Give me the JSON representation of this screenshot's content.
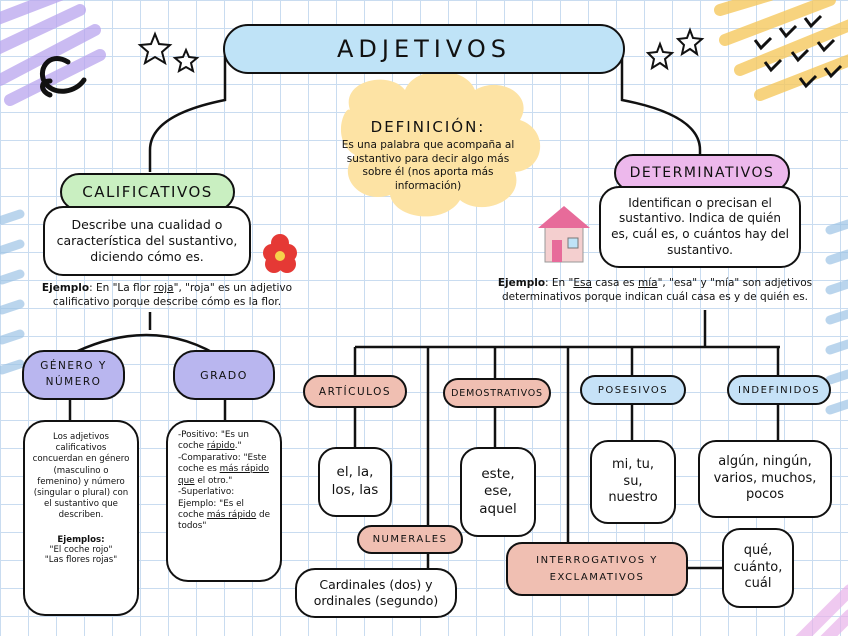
{
  "title": "ADJETIVOS",
  "definition": {
    "heading": "DEFINICIÓN:",
    "text": "Es una palabra que acompaña al sustantivo para decir algo más sobre él (nos aporta más información)"
  },
  "calificativos": {
    "label": "CALIFICATIVOS",
    "desc": "Describe una cualidad o característica del sustantivo, diciendo cómo es.",
    "example_bold": "Ejemplo",
    "example_pre": ": En \"La flor ",
    "example_u": "roja",
    "example_post": "\", \"roja\" es un adjetivo calificativo porque describe cómo es la flor.",
    "genero": {
      "label": "GÉNERO Y NÚMERO",
      "text": "Los adjetivos calificativos concuerdan en género (masculino o femenino) y número (singular o plural) con el sustantivo que describen.",
      "examples_label": "Ejemplos:",
      "examples": [
        "\"El coche rojo\"",
        "\"Las flores rojas\""
      ]
    },
    "grado": {
      "label": "GRADO",
      "l1a": "-Positivo: \"Es un coche ",
      "l1u": "rápido",
      "l1b": ".\"",
      "l2a": "-Comparativo: \"Este coche es ",
      "l2u": "más rápido que",
      "l2b": " el otro.\"",
      "l3a": "-Superlativo: Ejemplo: \"Es el coche ",
      "l3u": "más rápido",
      "l3b": " de todos\""
    }
  },
  "determinativos": {
    "label": "DETERMINATIVOS",
    "desc": "Identifican o precisan el sustantivo. Indica de quién es, cuál es, o cuántos hay del sustantivo.",
    "example_bold": "Ejemplo",
    "example_pre": ": En \"",
    "example_u1": "Esa",
    "example_mid": " casa es ",
    "example_u2": "mía",
    "example_post": "\", \"esa\" y \"mía\" son adjetivos determinativos porque indican cuál casa es y de quién es.",
    "categories": {
      "articulos": {
        "label": "ARTÍCULOS",
        "items": "el, la, los, las"
      },
      "demostrativos": {
        "label": "DEMOSTRATIVOS",
        "items": "este, ese, aquel"
      },
      "posesivos": {
        "label": "POSESIVOS",
        "items": "mi, tu, su, nuestro"
      },
      "indefinidos": {
        "label": "INDEFINIDOS",
        "items": "algún, ningún, varios, muchos, pocos"
      },
      "numerales": {
        "label": "NUMERALES",
        "items": "Cardinales (dos) y ordinales (segundo)"
      },
      "interrogativos": {
        "label": "INTERROGATIVOS Y EXCLAMATIVOS",
        "items": "qué, cuánto, cuál"
      }
    }
  },
  "colors": {
    "title_bg": "#bfe3f7",
    "calificativos_bg": "#c9efc1",
    "determinativos_bg": "#edb8ec",
    "sub_purple": "#b9b6ef",
    "salmon": "#f0bfb2",
    "light_blue": "#c6e2f7",
    "cloud": "#fde3a4"
  }
}
